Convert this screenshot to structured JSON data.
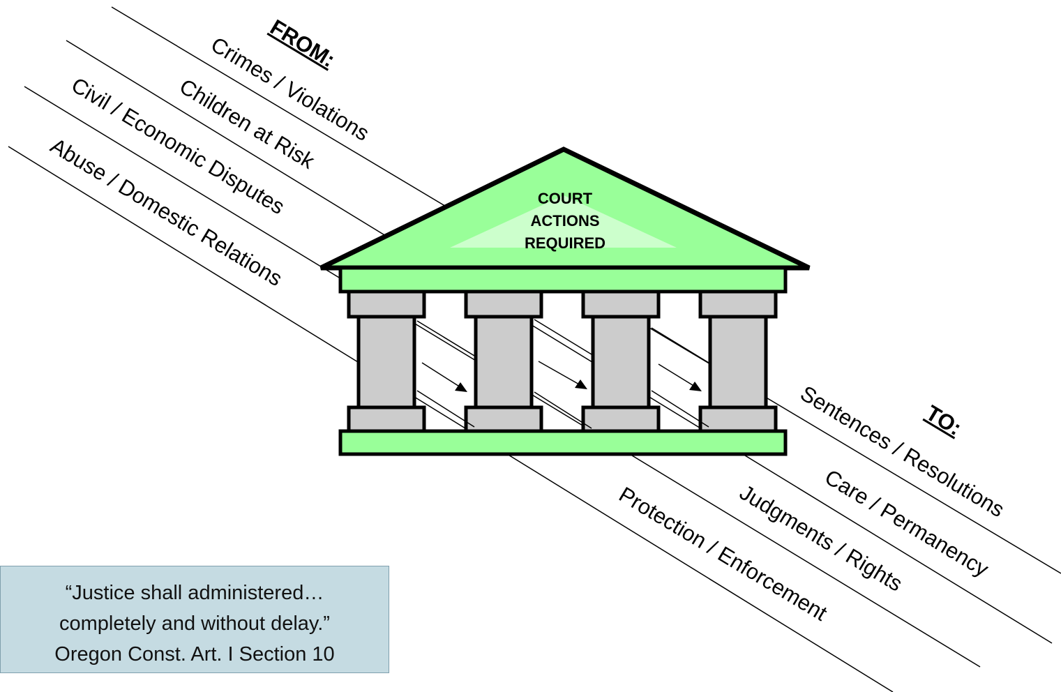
{
  "from_heading": "FROM",
  "to_heading": "TO",
  "heading_colon": ":",
  "inputs": [
    "Crimes / Violations",
    "Children at Risk",
    "Civil / Economic Disputes",
    "Abuse / Domestic Relations"
  ],
  "outputs": [
    "Sentences / Resolutions",
    "Care / Permanency",
    "Judgments / Rights",
    "Protection / Enforcement"
  ],
  "court": {
    "lines": [
      "COURT",
      "ACTIONS",
      "REQUIRED"
    ],
    "roof_color": "#99ff99",
    "column_color": "#cccccc"
  },
  "quote": {
    "lines": [
      "“Justice shall administered…",
      "completely and without delay.”",
      "Oregon Const. Art. I Section 10"
    ],
    "background": "#c5dbe2"
  }
}
